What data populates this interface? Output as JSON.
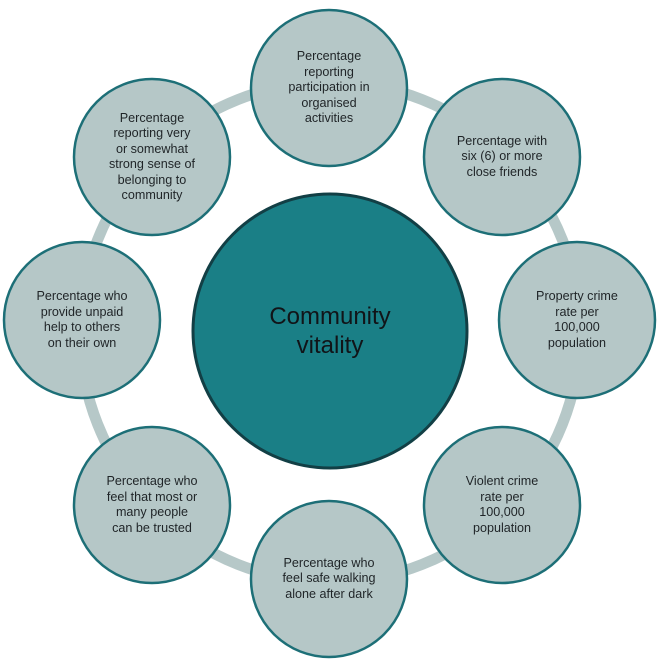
{
  "colors": {
    "ring": "#b6c8c8",
    "outer_fill": "#b5c7c7",
    "outer_stroke": "#1d6f77",
    "center_fill": "#1a7f86",
    "center_stroke": "#123f45",
    "text": "#1f2427"
  },
  "center": {
    "label": "Community\nvitality"
  },
  "nodes": [
    {
      "id": "organised-activities",
      "label": "Percentage\nreporting\nparticipation in\norganised\nactivities"
    },
    {
      "id": "close-friends",
      "label": "Percentage with\nsix (6) or more\nclose friends"
    },
    {
      "id": "property-crime",
      "label": "Property crime\nrate per\n100,000\npopulation"
    },
    {
      "id": "violent-crime",
      "label": "Violent crime\nrate per\n100,000\npopulation"
    },
    {
      "id": "safe-walking",
      "label": "Percentage who\nfeel safe walking\nalone after dark"
    },
    {
      "id": "trust",
      "label": "Percentage who\nfeel that most or\nmany people\ncan be trusted"
    },
    {
      "id": "unpaid-help",
      "label": "Percentage who\nprovide unpaid\nhelp to others\non their own"
    },
    {
      "id": "belonging",
      "label": "Percentage\nreporting very\nor somewhat\nstrong sense of\nbelonging to\ncommunity"
    }
  ]
}
